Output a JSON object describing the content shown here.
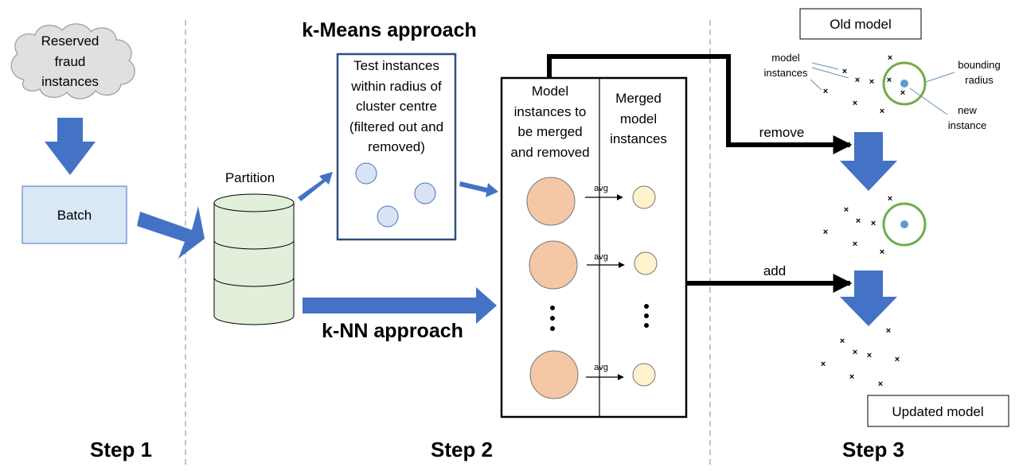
{
  "steps": {
    "step1": "Step 1",
    "step2": "Step 2",
    "step3": "Step 3"
  },
  "step1": {
    "cloud_lines": [
      "Reserved",
      "fraud",
      "instances"
    ],
    "batch": "Batch"
  },
  "step2": {
    "partition": "Partition",
    "kmeans_title": "k-Means approach",
    "knn_title": "k-NN approach",
    "test_box_lines": [
      "Test instances",
      "within radius of",
      "cluster centre",
      "(filtered out and",
      "removed)"
    ],
    "merge_left_lines": [
      "Model",
      "instances to",
      "be merged",
      "and removed"
    ],
    "merge_right_lines": [
      "Merged",
      "model",
      "instances"
    ],
    "avg": "avg"
  },
  "step3": {
    "old_model": "Old model",
    "updated_model": "Updated model",
    "model_instances_lines": [
      "model",
      "instances"
    ],
    "bounding_radius_lines": [
      "bounding",
      "radius"
    ],
    "new_instance_lines": [
      "new",
      "instance"
    ],
    "remove": "remove",
    "add": "add"
  },
  "colors": {
    "arrow_blue": "#4472c4",
    "batch_fill": "#dae8f5",
    "cylinder_fill": "#e2efda",
    "cloud_fill": "#e0e0e0",
    "test_circle": "#dae3f3",
    "merge_circle": "#f4c7a6",
    "merged_circle": "#fff2cc",
    "bounding_circle": "#70ad47",
    "new_instance": "#5b9bd5",
    "divider": "#6b8fb8"
  }
}
